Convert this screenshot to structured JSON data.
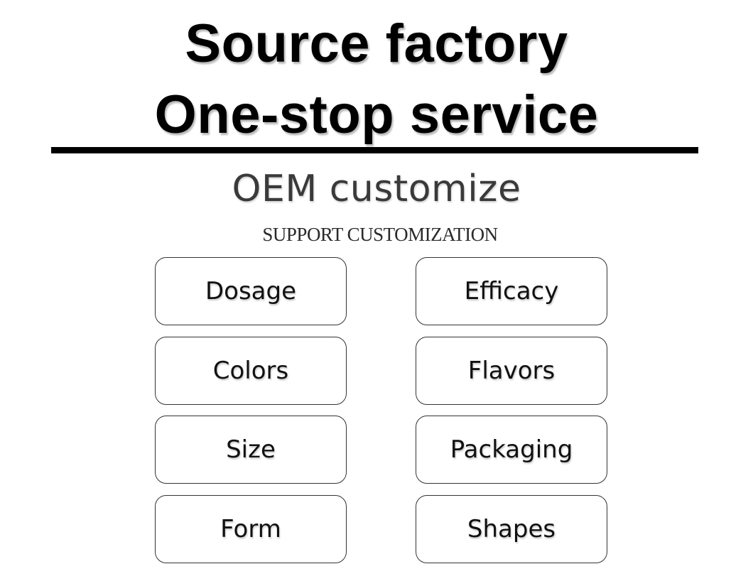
{
  "header": {
    "title_line_1": "Source factory",
    "title_line_2": "One-stop service"
  },
  "subtitle": "OEM customize",
  "caption": "SUPPORT CUSTOMIZATION",
  "options": {
    "left": [
      "Dosage",
      "Colors",
      "Size",
      "Form"
    ],
    "right": [
      "Efficacy",
      "Flavors",
      "Packaging",
      "Shapes"
    ]
  }
}
